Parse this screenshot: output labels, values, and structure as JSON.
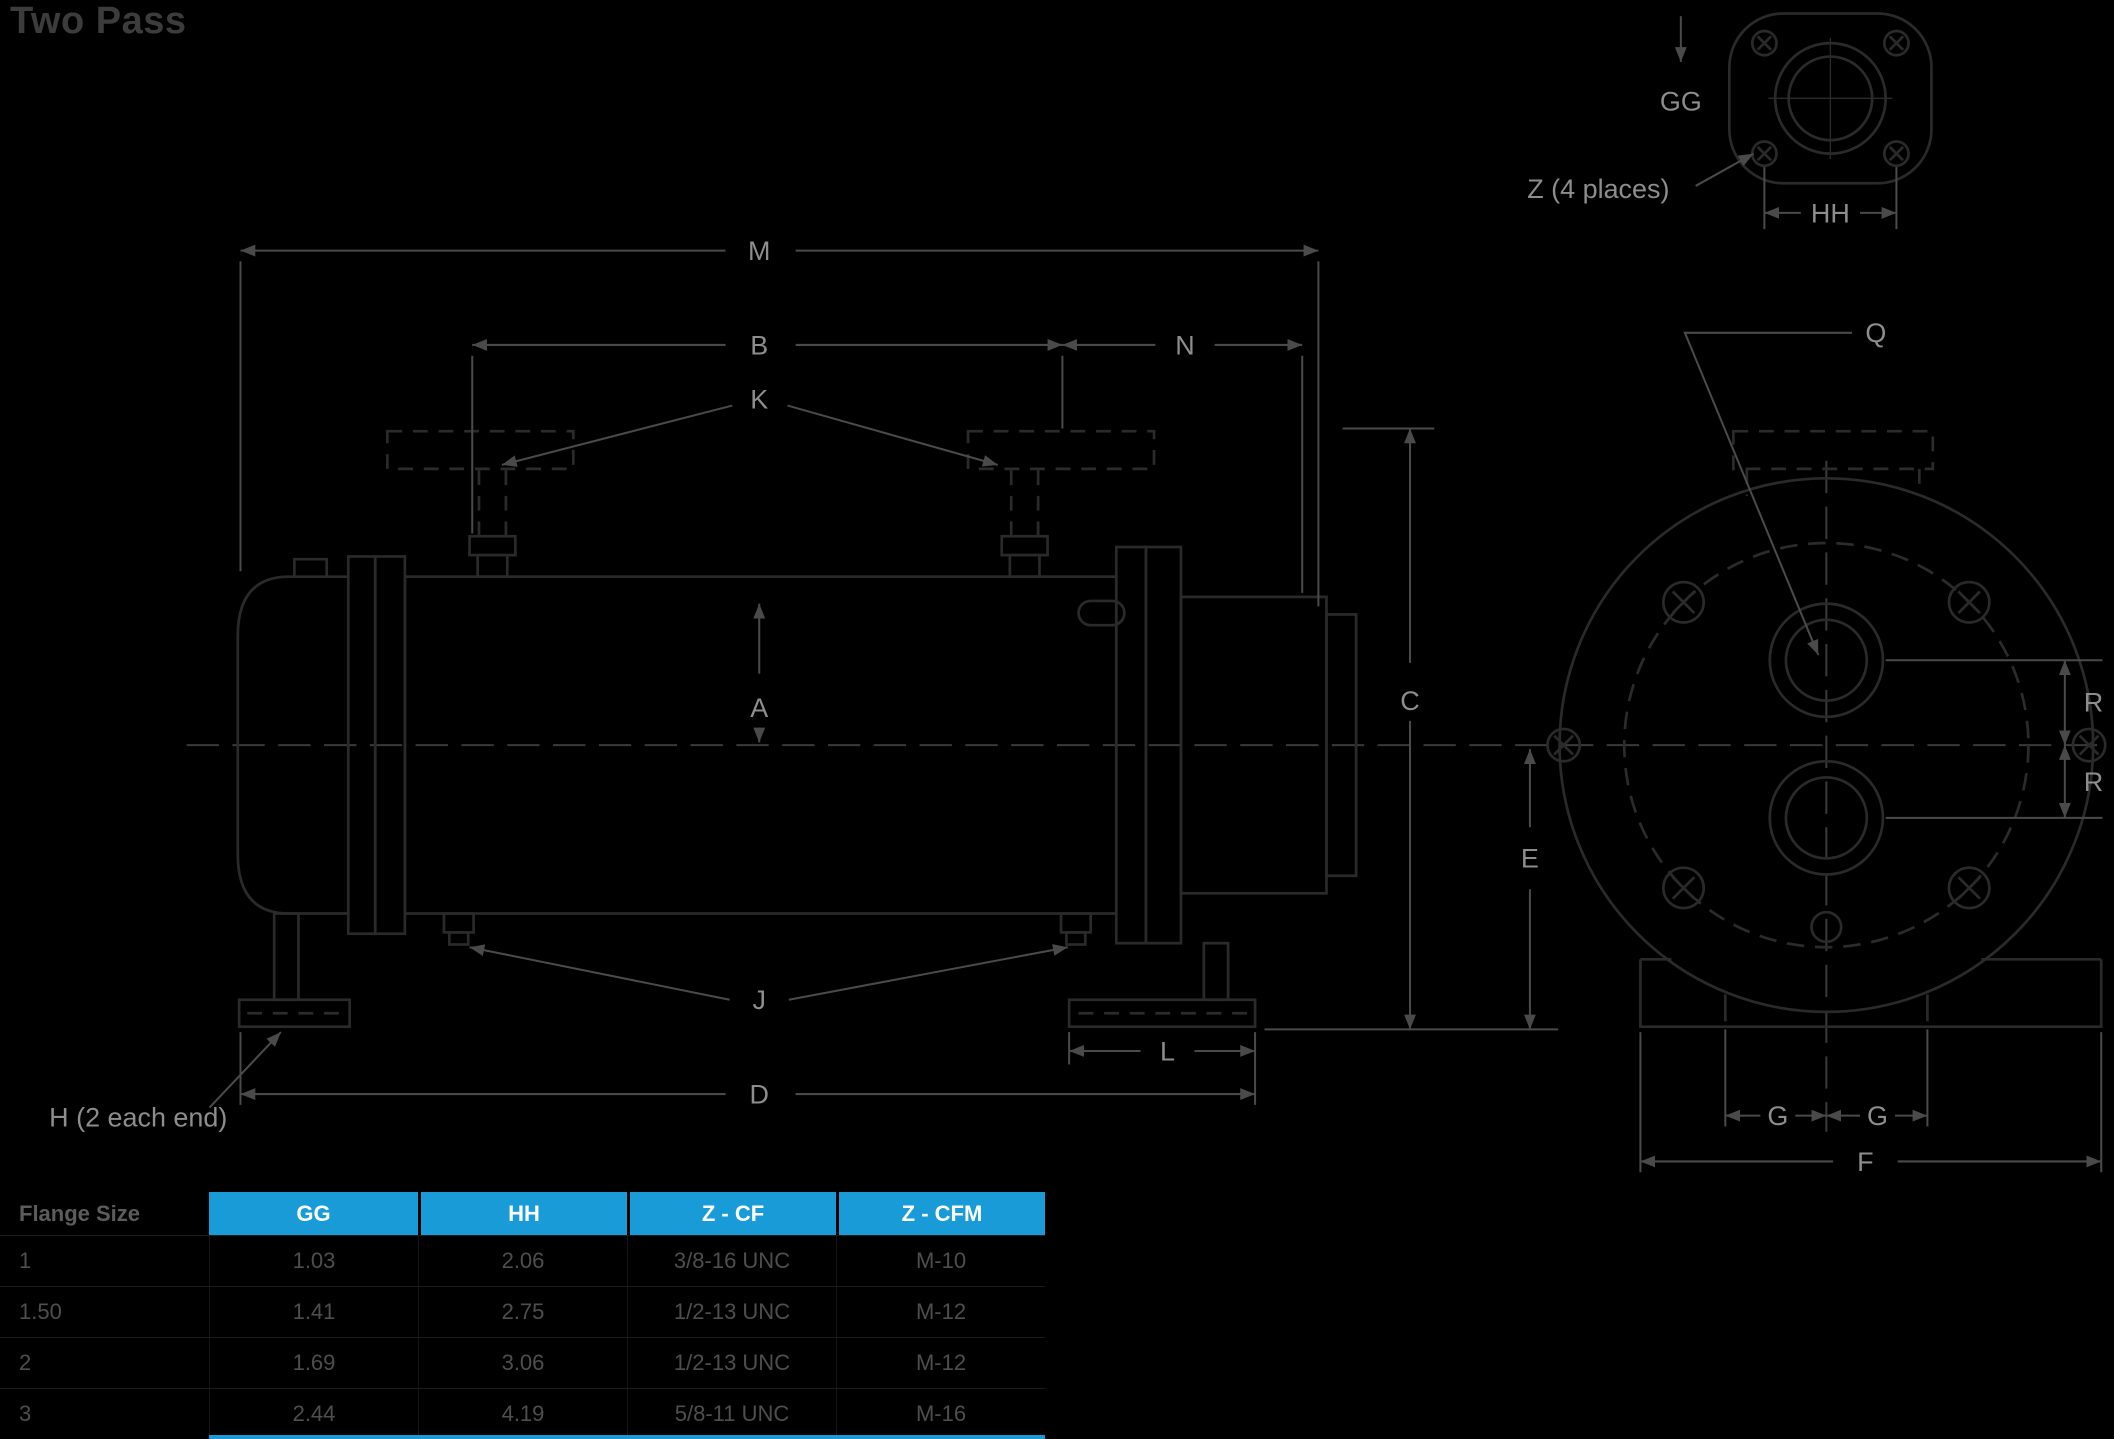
{
  "title": "Two Pass",
  "colors": {
    "background": "#000000",
    "accent_blue": "#189bd7",
    "header_text": "#ffffff",
    "label_text": "#8d8d8d",
    "body_line": "#2a2a2a",
    "dimension_line": "#4a4a4a",
    "table_text": "#4e4e4e"
  },
  "labels": {
    "M": "M",
    "B": "B",
    "N": "N",
    "K": "K",
    "A": "A",
    "C": "C",
    "E": "E",
    "J": "J",
    "L": "L",
    "D": "D",
    "H_note": "H (2 each end)",
    "G_left": "G",
    "G_right": "G",
    "F": "F",
    "Q": "Q",
    "R_top": "R",
    "R_bottom": "R",
    "GG": "GG",
    "HH": "HH",
    "Z_note": "Z (4 places)"
  },
  "table": {
    "row_header_label": "Flange Size",
    "columns": [
      "GG",
      "HH",
      "Z - CF",
      "Z - CFM"
    ],
    "rows": [
      {
        "flange_size": "1",
        "gg": "1.03",
        "hh": "2.06",
        "z_cf": "3/8-16 UNC",
        "z_cfm": "M-10"
      },
      {
        "flange_size": "1.50",
        "gg": "1.41",
        "hh": "2.75",
        "z_cf": "1/2-13 UNC",
        "z_cfm": "M-12"
      },
      {
        "flange_size": "2",
        "gg": "1.69",
        "hh": "3.06",
        "z_cf": "1/2-13 UNC",
        "z_cfm": "M-12"
      },
      {
        "flange_size": "3",
        "gg": "2.44",
        "hh": "4.19",
        "z_cf": "5/8-11 UNC",
        "z_cfm": "M-16"
      }
    ]
  }
}
